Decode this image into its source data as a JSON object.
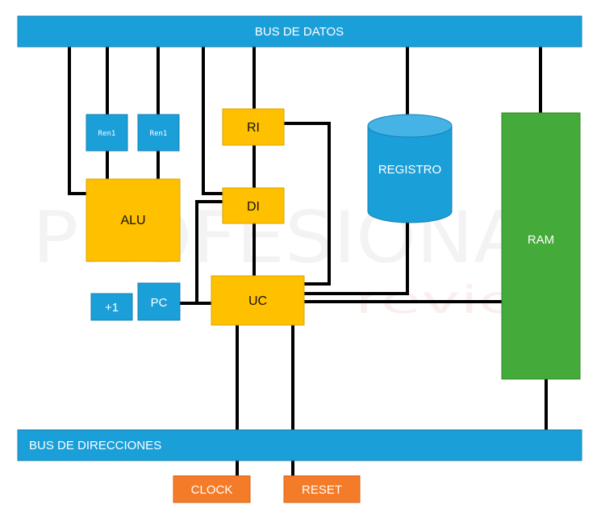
{
  "colors": {
    "bus": "#1a9fd9",
    "blue_box": "#1a9fd9",
    "yellow_box": "#ffc000",
    "green_box": "#44aa3a",
    "orange_box": "#f47b28",
    "wire": "#000000"
  },
  "watermark": {
    "main": "PROFESIONAL",
    "sub": "review"
  },
  "buses": {
    "data": "BUS DE DATOS",
    "address": "BUS DE DIRECCIONES"
  },
  "blocks": {
    "ren1_a": "Ren1",
    "ren1_b": "Ren1",
    "alu": "ALU",
    "ri": "RI",
    "di": "DI",
    "uc": "UC",
    "pc": "PC",
    "plus1": "+1",
    "registro": "REGISTRO",
    "ram": "RAM",
    "clock": "CLOCK",
    "reset": "RESET"
  }
}
